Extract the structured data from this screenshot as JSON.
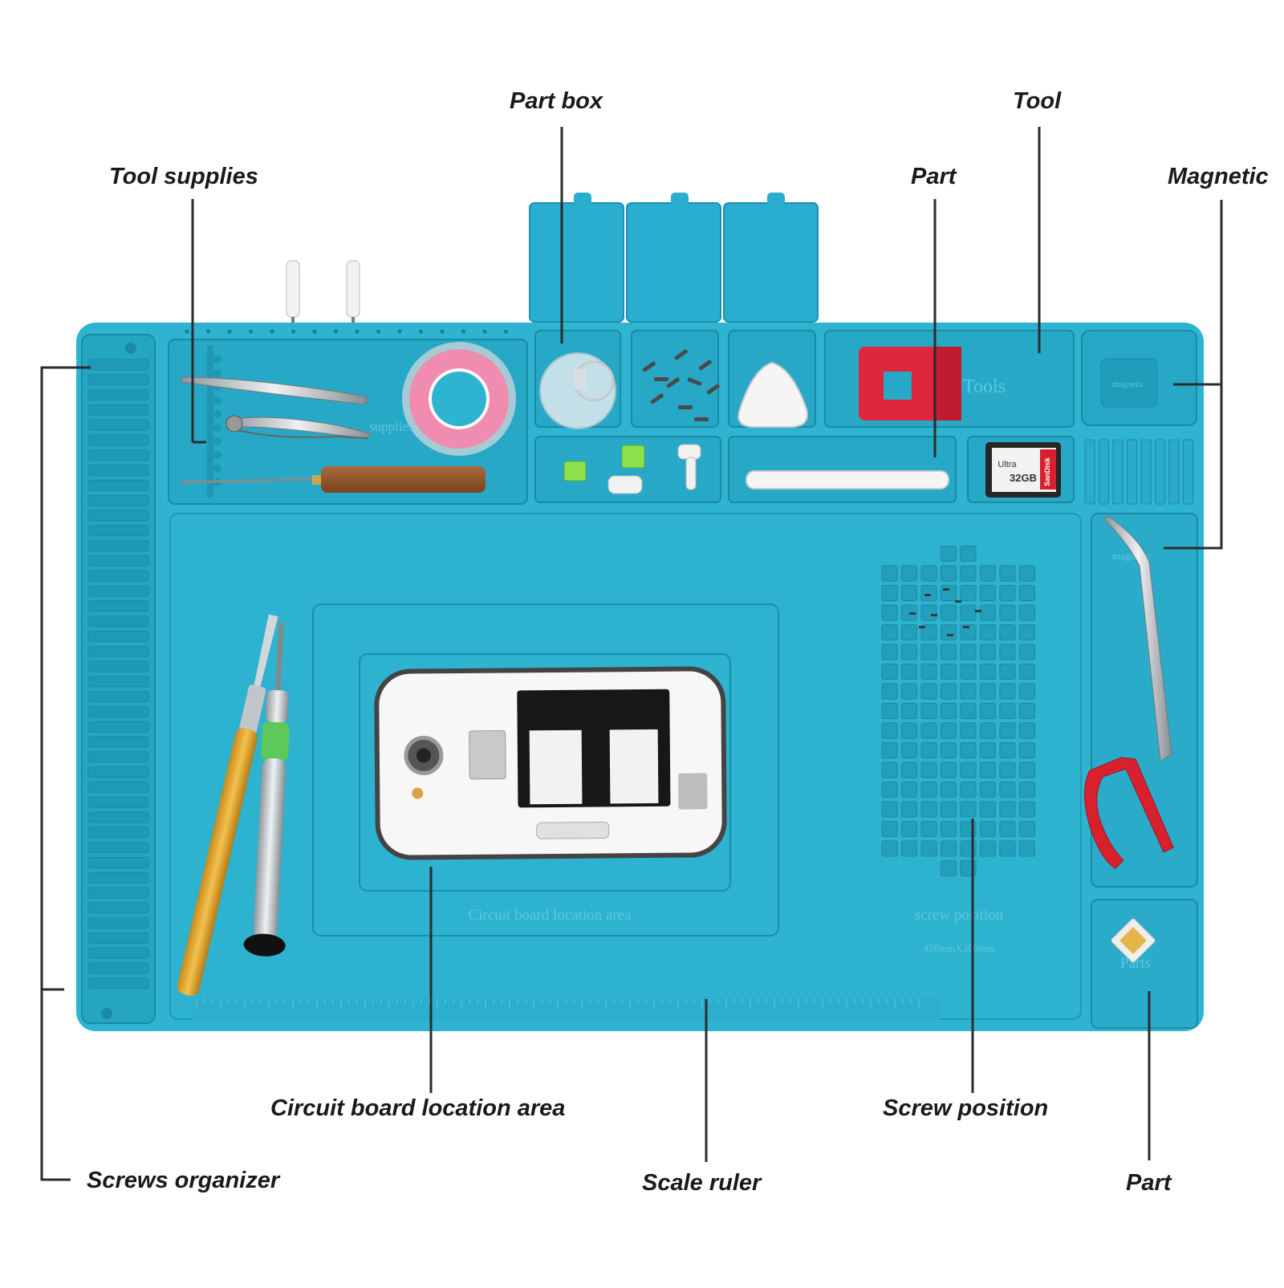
{
  "callouts": {
    "part_box": "Part box",
    "tool": "Tool",
    "tool_supplies": "Tool supplies",
    "part_top": "Part",
    "magnetic": "Magnetic",
    "circuit_board_location_area": "Circuit board location area",
    "screw_position": "Screw position",
    "screws_organizer": "Screws  organizer",
    "scale_ruler": "Scale ruler",
    "part_bottom": "Part"
  },
  "mat_text": {
    "circuit_area": "Circuit board location area",
    "screw_area": "screw position",
    "screw_size": "450mmX300mm",
    "parts": "Parts",
    "magnetic": "magnetic",
    "tools": "Tools",
    "supplies": "supplies"
  },
  "sd_card": {
    "brand": "SanDisk",
    "line": "Ultra",
    "capacity": "32GB"
  },
  "colors": {
    "mat": "#2eb3d1",
    "mat_dark": "#1d97b3",
    "magnetizer": "#e0263c",
    "tape": "#f08cb0"
  }
}
